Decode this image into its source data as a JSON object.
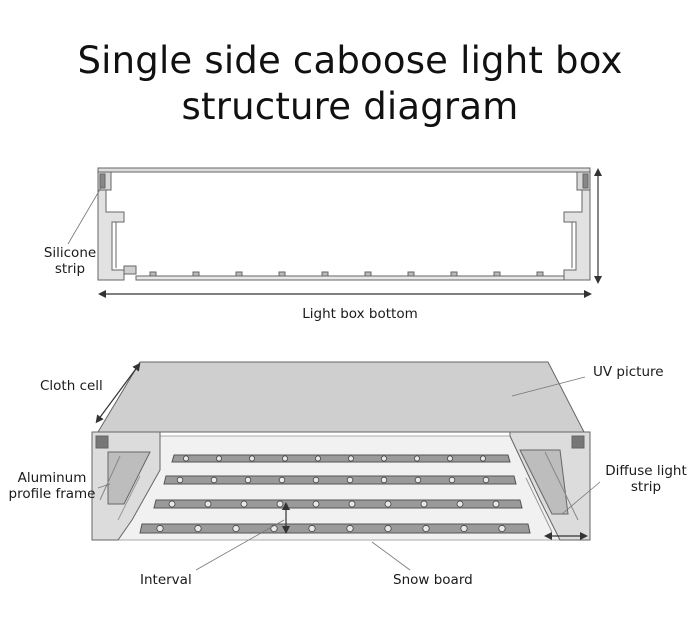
{
  "title": {
    "line1": "Single side caboose light box",
    "line2": "structure diagram"
  },
  "top_diagram": {
    "silicone_strip": [
      "Silicone",
      "strip"
    ],
    "bottom_label": "Light box bottom"
  },
  "bottom_diagram": {
    "cloth_cell": "Cloth cell",
    "uv_picture": "UV picture",
    "aluminum_frame": [
      "Aluminum",
      "profile frame"
    ],
    "diffuse_strip": [
      "Diffuse light",
      "strip"
    ],
    "interval": "Interval",
    "snow_board": "Snow board"
  },
  "colors": {
    "line": "#555555",
    "fill_light": "#e6e6e6",
    "fill_mid": "#c8c8c8",
    "fill_dark": "#8a8a8a"
  }
}
